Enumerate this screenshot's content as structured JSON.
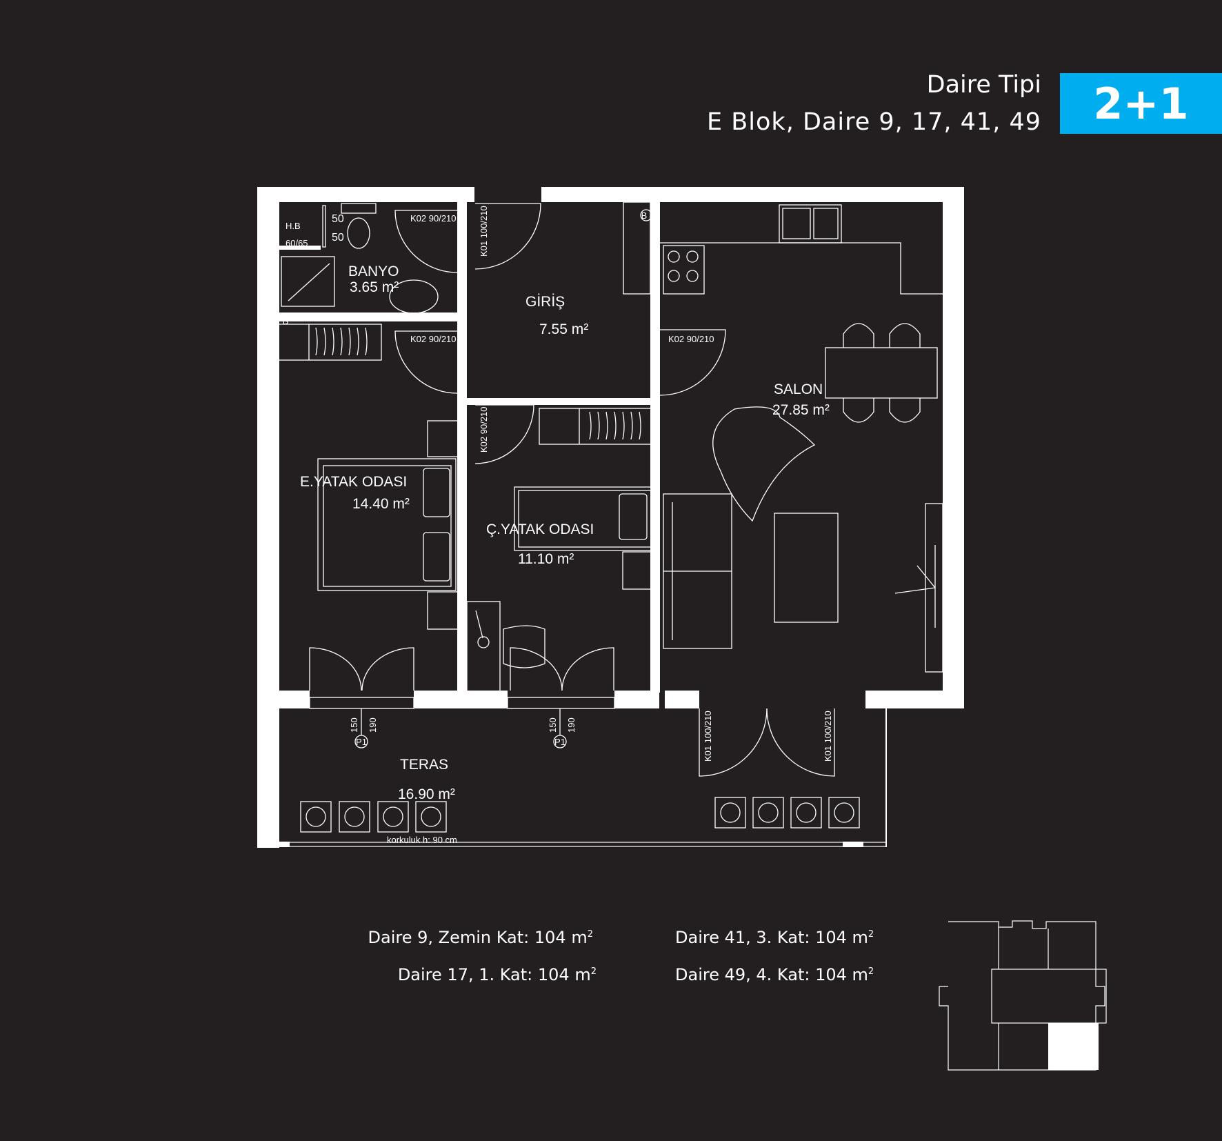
{
  "header": {
    "title": "Daire Tipi",
    "subtitle": "E Blok, Daire 9, 17, 41, 49",
    "type_badge": "2+1",
    "badge_color": "#00aeef"
  },
  "rooms": {
    "banyo": {
      "name": "BANYO",
      "area": "3.65 m²"
    },
    "giris": {
      "name": "GİRİŞ",
      "area": "7.55 m²"
    },
    "salon": {
      "name": "SALON",
      "area": "27.85 m²"
    },
    "e_yatak": {
      "name": "E.YATAK ODASI",
      "area": "14.40 m²"
    },
    "c_yatak": {
      "name": "Ç.YATAK ODASI",
      "area": "11.10 m²"
    },
    "teras": {
      "name": "TERAS",
      "area": "16.90 m²"
    }
  },
  "labels": {
    "hb": "H.B",
    "hb_size": "60/65",
    "fifty_1": "50",
    "fifty_2": "50",
    "b_1": "B",
    "b_2": "B",
    "door_k02_banyo": "K02 90/210",
    "door_k02_eyatak": "K02 90/210",
    "door_k02_salon": "K02 90/210",
    "door_k02_cyatak": "K02 90/210",
    "door_k01_entry": "K01 100/210",
    "door_k01_terrace_left": "K01 100/210",
    "door_k01_terrace_right": "K01 100/210",
    "win_150_a": "150",
    "win_190_a": "190",
    "win_p1_a": "P1",
    "win_150_b": "150",
    "win_190_b": "190",
    "win_p1_b": "P1",
    "railing": "korkuluk h: 90 cm"
  },
  "areas": {
    "daire9_label": "Daire 9, Zemin Kat: 104 m",
    "daire17_label": "Daire 17, 1. Kat: 104 m",
    "daire41_label": "Daire 41, 3. Kat: 104 m",
    "daire49_label": "Daire 49, 4. Kat: 104 m",
    "sup": "2"
  }
}
